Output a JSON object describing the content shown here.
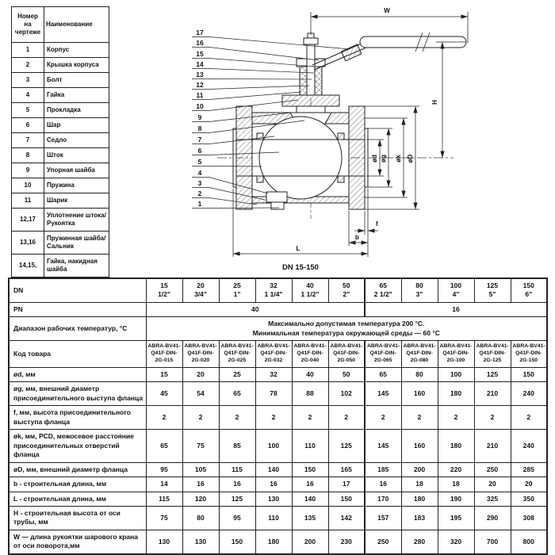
{
  "parts_table": {
    "col_num_header": "Номер на чертеже",
    "col_name_header": "Наименование",
    "rows": [
      {
        "num": "1",
        "name": "Корпус"
      },
      {
        "num": "2",
        "name": "Крышка корпуса"
      },
      {
        "num": "3",
        "name": "Болт"
      },
      {
        "num": "4",
        "name": "Гайка"
      },
      {
        "num": "5",
        "name": "Прокладка"
      },
      {
        "num": "6",
        "name": "Шар"
      },
      {
        "num": "7",
        "name": "Седло"
      },
      {
        "num": "8",
        "name": "Шток"
      },
      {
        "num": "9",
        "name": "Упорная шайба"
      },
      {
        "num": "10",
        "name": "Пружина"
      },
      {
        "num": "11",
        "name": "Шарик"
      },
      {
        "num": "12,17",
        "name": "Уплотнение штока/ Рукоятка"
      },
      {
        "num": "13,16",
        "name": "Пружинная шайба/ Сальник"
      },
      {
        "num": "14,15,",
        "name": "Гайка, накидная шайба"
      }
    ]
  },
  "drawing": {
    "caption": "DN 15-150",
    "callouts": [
      "17",
      "16",
      "15",
      "14",
      "13",
      "12",
      "11",
      "10",
      "9",
      "8",
      "7",
      "6",
      "5",
      "4",
      "3",
      "2",
      "1"
    ],
    "dim_w": "W",
    "dim_h": "H",
    "dim_d": "ød",
    "dim_g": "øg",
    "dim_k": "øk",
    "dim_D": "øD",
    "dim_f": "f",
    "dim_b": "b",
    "dim_l": "L"
  },
  "spec_table": {
    "dn_label": "DN",
    "dn_mm": [
      "15",
      "20",
      "25",
      "32",
      "40",
      "50",
      "65",
      "80",
      "100",
      "125",
      "150"
    ],
    "dn_inch": [
      "1/2\"",
      "3/4\"",
      "1\"",
      "1 1/4\"",
      "1 1/2\"",
      "2\"",
      "2 1/2\"",
      "3\"",
      "4\"",
      "5\"",
      "6\""
    ],
    "pn_label": "PN",
    "pn_groups": [
      {
        "value": "40",
        "span": 6
      },
      {
        "value": "16",
        "span": 5
      }
    ],
    "temp_label": "Диапазон рабочих температур, °С",
    "temp_lines": [
      "Максимально допустимая температура 200 °С.",
      "Минимальная температура окружающей среды — 60 °С"
    ],
    "code_label": "Код товара",
    "codes": [
      "ABRA-BV41-Q41F-DIN-2G-015",
      "ABRA-BV41-Q41F-DIN-2G-020",
      "ABRA-BV41-Q41F-DIN-2G-025",
      "ABRA-BV41-Q41F-DIN-2G-032",
      "ABRA-BV41-Q41F-DIN-2G-040",
      "ABRA-BV41-Q41F-DIN-2G-050",
      "ABRA-BV41-Q41F-DIN-2G-065",
      "ABRA-BV41-Q41F-DIN-2G-080",
      "ABRA-BV41-Q41F-DIN-2G-100",
      "ABRA-BV41-Q41F-DIN-2G-125",
      "ABRA-BV41-Q41F-DIN-2G-150"
    ],
    "rows": [
      {
        "label": "ød, мм",
        "values": [
          "15",
          "20",
          "25",
          "32",
          "40",
          "50",
          "65",
          "80",
          "100",
          "125",
          "150"
        ]
      },
      {
        "label": "øg, мм, внешний диаметр присоединительного выступа фланца",
        "values": [
          "45",
          "54",
          "65",
          "78",
          "88",
          "102",
          "145",
          "160",
          "180",
          "210",
          "240"
        ]
      },
      {
        "label": "f, мм, высота присоединительного выступа фланца",
        "values": [
          "2",
          "2",
          "2",
          "2",
          "2",
          "2",
          "2",
          "2",
          "2",
          "2",
          "2"
        ]
      },
      {
        "label": "øk, мм, PCD, межосевое расстояние присоединительных отверстий фланца",
        "values": [
          "65",
          "75",
          "85",
          "100",
          "110",
          "125",
          "145",
          "160",
          "180",
          "210",
          "240"
        ]
      },
      {
        "label": "øD, мм, внешний диаметр фланца",
        "values": [
          "95",
          "105",
          "115",
          "140",
          "150",
          "165",
          "185",
          "200",
          "220",
          "250",
          "285"
        ]
      },
      {
        "label": "b - строительная длина, мм",
        "values": [
          "14",
          "16",
          "16",
          "16",
          "16",
          "17",
          "16",
          "18",
          "18",
          "20",
          "20"
        ]
      },
      {
        "label": "L - строительная длина, мм",
        "values": [
          "115",
          "120",
          "125",
          "130",
          "140",
          "150",
          "170",
          "180",
          "190",
          "325",
          "350"
        ]
      },
      {
        "label": "H - строительная высота от оси трубы, мм",
        "values": [
          "75",
          "80",
          "95",
          "110",
          "135",
          "142",
          "157",
          "183",
          "195",
          "290",
          "308"
        ]
      },
      {
        "label": "W — длина рукоятки шарового крана от оси поворота,мм",
        "values": [
          "130",
          "130",
          "150",
          "180",
          "200",
          "230",
          "250",
          "280",
          "320",
          "700",
          "800"
        ]
      }
    ]
  }
}
